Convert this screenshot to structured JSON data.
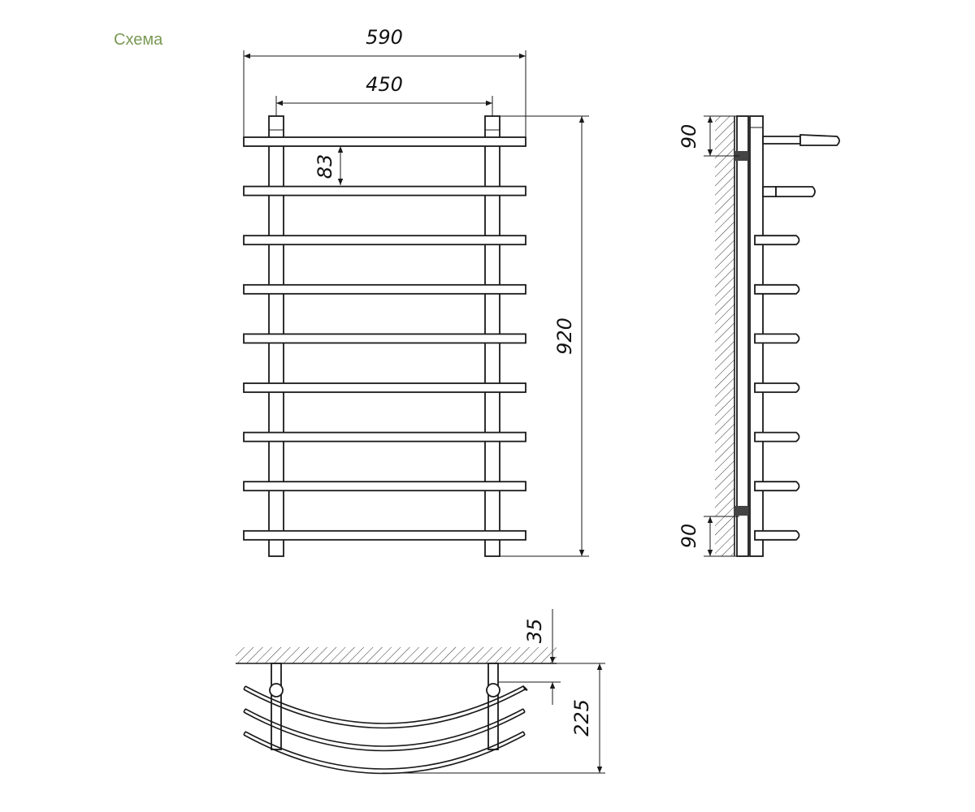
{
  "header": {
    "title": "Схема"
  },
  "front_view": {
    "dims": {
      "overall_width": "590",
      "pipe_spacing": "450",
      "bar_gap": "83",
      "height": "920"
    },
    "bar_count": 9
  },
  "side_view": {
    "dims": {
      "top_offset": "90",
      "bottom_offset": "90"
    }
  },
  "top_view": {
    "dims": {
      "wall_gap": "35",
      "depth": "225"
    }
  },
  "colors": {
    "title": "#7a9a55",
    "line": "#1a1a1a",
    "hatch": "#333333"
  }
}
